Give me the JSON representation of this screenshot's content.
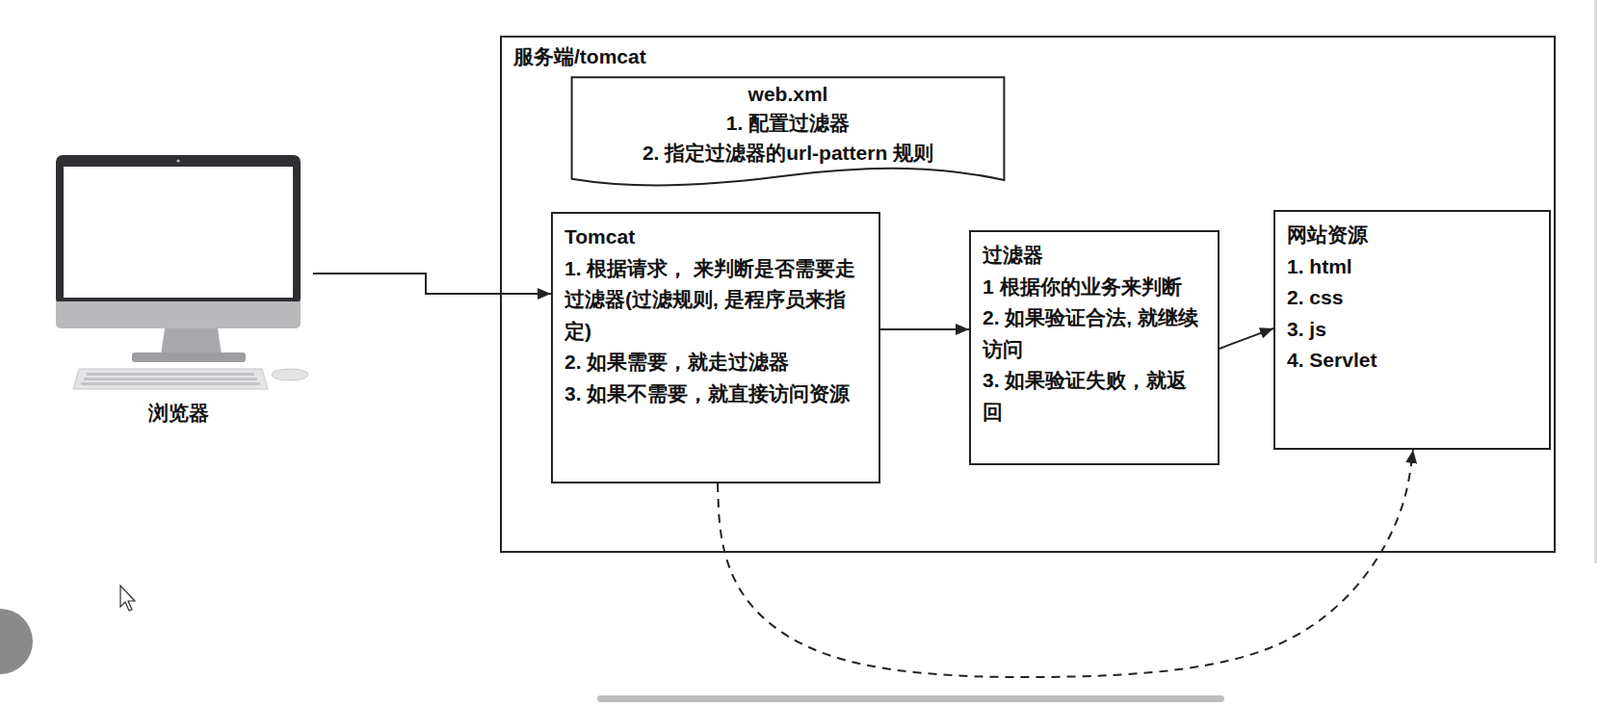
{
  "diagram": {
    "nodes": [
      {
        "text": [
          "浏览器"
        ]
      },
      {
        "text": [
          "服务端/tomcat"
        ]
      },
      {
        "text": [
          "web.xml",
          "1. 配置过滤器",
          "2. 指定过滤器的url-pattern 规则"
        ],
        "in": 1
      },
      {
        "text": [
          "Tomcat",
          "1. 根据请求， 来判断是否需要走过滤器(过滤规则, 是程序员来指定)",
          "2. 如果需要，就走过滤器",
          "3. 如果不需要，就直接访问资源"
        ],
        "in": 1
      },
      {
        "text": [
          "过滤器",
          "1 根据你的业务来判断",
          "2. 如果验证合法, 就继续访问",
          "3. 如果验证失败，就返回"
        ],
        "in": 1
      },
      {
        "text": [
          "网站资源",
          "1. html",
          "2. css",
          "3. js",
          "4. Servlet"
        ],
        "in": 1
      }
    ],
    "edges": [
      {
        "from": 0,
        "to": 3,
        "arrow": "to"
      },
      {
        "from": 3,
        "to": 4,
        "arrow": "to"
      },
      {
        "from": 4,
        "to": 5,
        "arrow": "to"
      },
      {
        "from": 3,
        "to": 5,
        "arrow": "to"
      }
    ]
  }
}
